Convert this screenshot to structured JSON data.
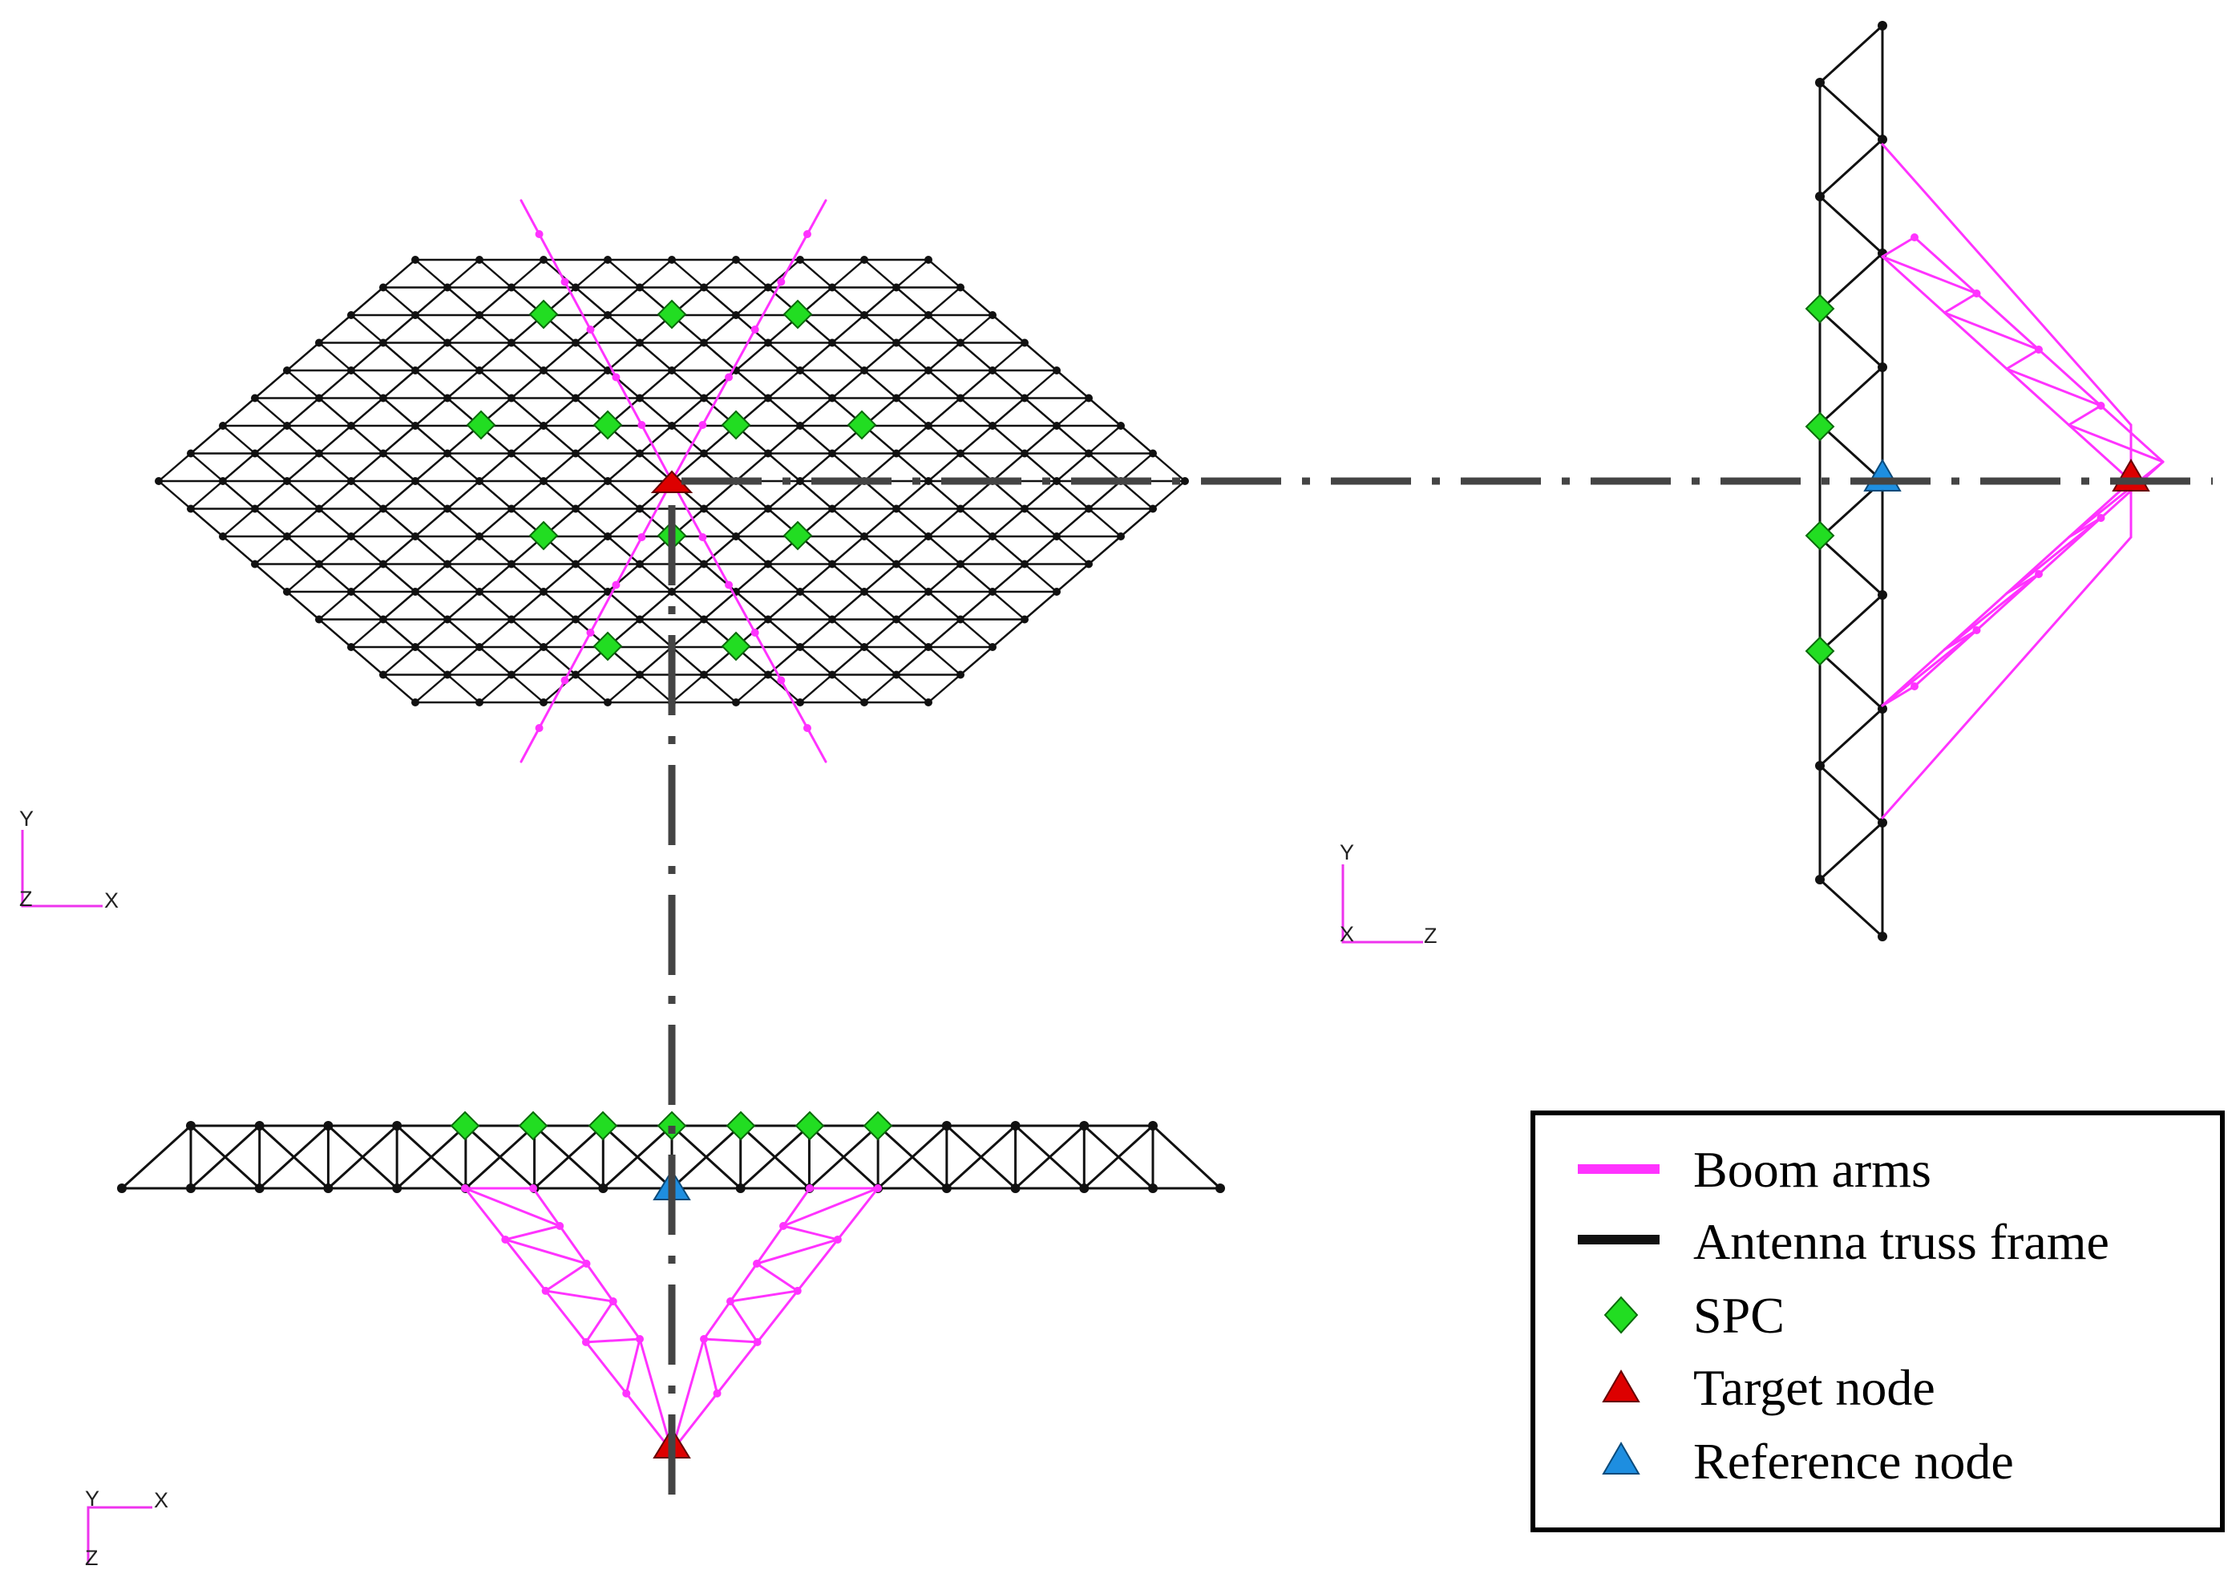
{
  "legend": {
    "boom_arms": "Boom arms",
    "truss_frame": "Antenna truss frame",
    "spc": "SPC",
    "target_node": "Target node",
    "reference_node": "Reference node"
  },
  "triads": {
    "front": {
      "vertical": "Y",
      "corner": "Z",
      "horizontal": "X"
    },
    "side": {
      "vertical": "Y",
      "corner": "X",
      "horizontal": "Z"
    },
    "bottom": {
      "vertical": "Y",
      "horizontal": "X",
      "down": "Z"
    }
  },
  "colors": {
    "boom": "#ff33ff",
    "truss": "#111111",
    "spc": "#22dd22",
    "target": "#dd0000",
    "reference": "#1e8ee0",
    "axis_line": "#444444",
    "triad": "#ee33ee"
  }
}
